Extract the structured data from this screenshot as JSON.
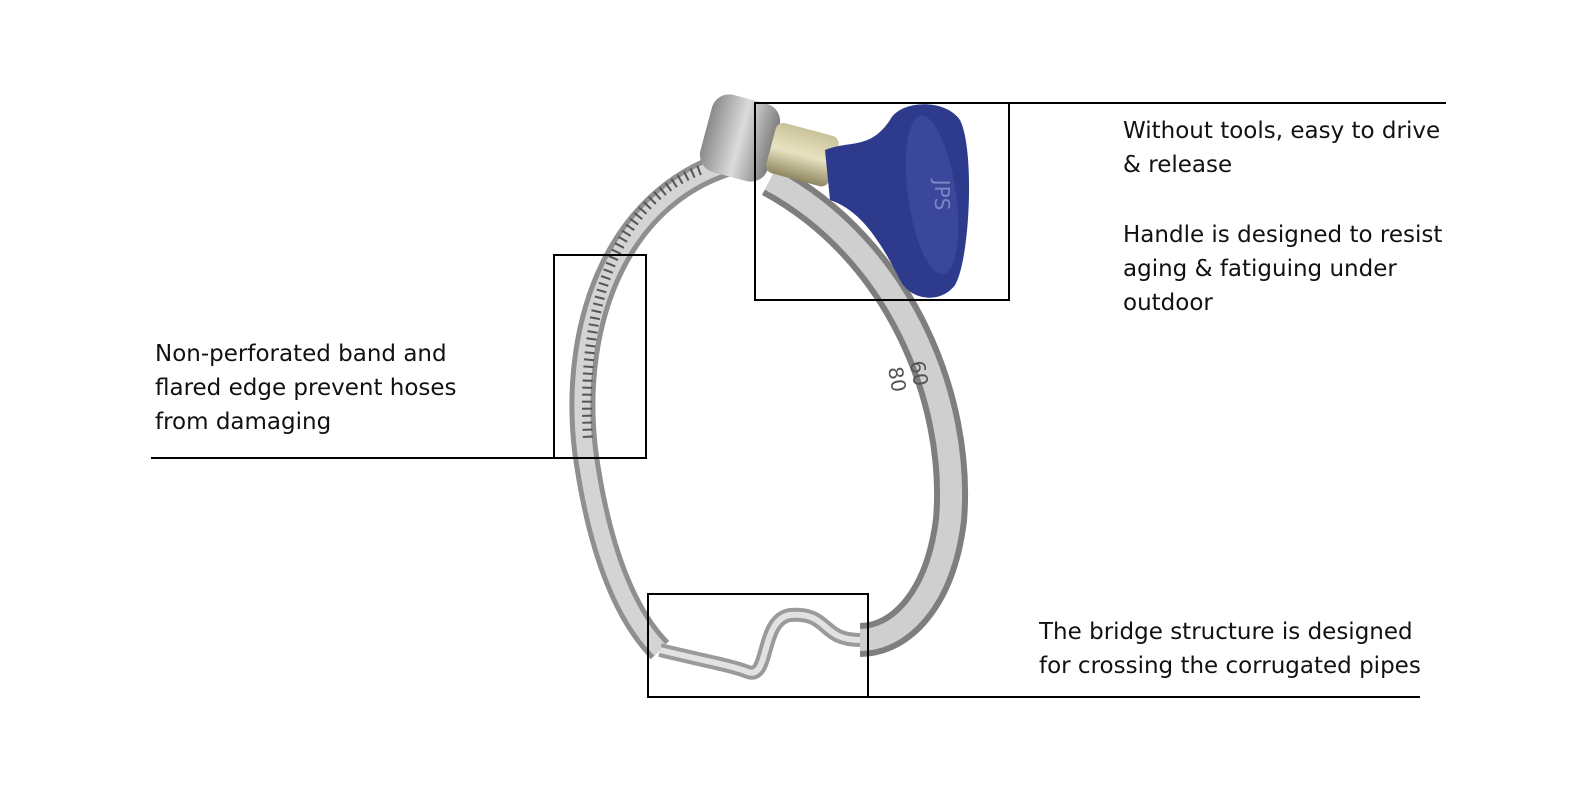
{
  "callouts": {
    "handle": {
      "lines_a": [
        "Without tools, easy to drive",
        "& release"
      ],
      "lines_b": [
        "Handle is designed to resist",
        "aging & fatiguing under",
        "outdoor"
      ]
    },
    "band": {
      "lines": [
        "Non-perforated band and",
        "flared edge prevent hoses",
        "from damaging"
      ]
    },
    "bridge": {
      "lines": [
        "The bridge structure is designed",
        "for crossing the corrugated pipes"
      ]
    }
  },
  "product": {
    "handle_marking": "JPS",
    "size_marking_top": "60",
    "size_marking_bottom": "80",
    "handle_color": "#2e3a8c",
    "band_color": "#b8b8b8"
  }
}
